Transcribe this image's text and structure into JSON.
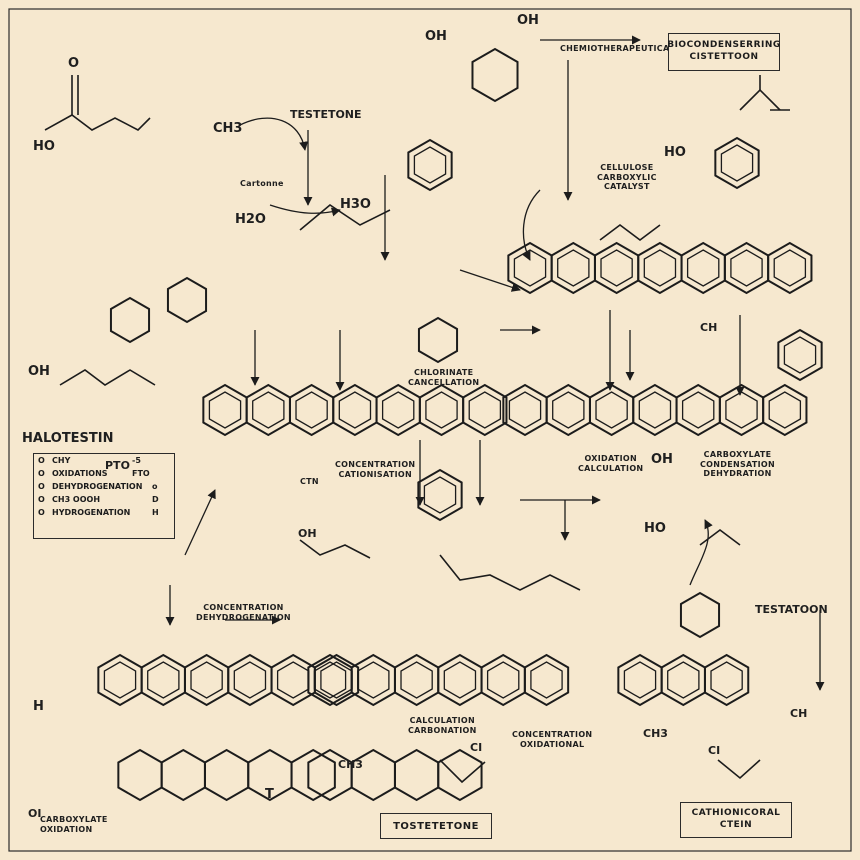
{
  "labels": {
    "title_left": "HALOTESTIN",
    "testotone_top": "TESTETONE",
    "testotone_right": "TESTATOON",
    "chem_top_center": "CHEMIOTHERAPEUTICAL",
    "box_top_right": [
      "BIOCONDENSERRING",
      "CISTETTOON"
    ],
    "box_bottom_center": "TOSTETETONE",
    "box_bottom_right": [
      "CATHIONICORAL",
      "CTEIN"
    ],
    "ho_top_left": "HO",
    "o_top_left": "O",
    "oh_top": "OH",
    "oh_top2": "OH",
    "ch3_left": "CH3",
    "cartone": "Cartonne",
    "h2o": "H2O",
    "h3o": "H3O",
    "ho_right_top": "HO",
    "oh_mid": "OH",
    "ch_mid": "CH",
    "ho_mid_right": "HO",
    "oh_lower_left": "OH",
    "h_lower_left": "H",
    "oh_lower_mid": "OH",
    "ch_lower_right": "CH",
    "ch3_lower": "CH3",
    "ci_lower_right": "CI",
    "ci_lower_center": "CI",
    "oi_lower_left": "OI",
    "ho_center": "HO",
    "ch3_bottom": "CH3",
    "ptoe": "PTO",
    "t_bottom": "T"
  },
  "legend": {
    "rows": [
      [
        "O",
        "CHY",
        "-5"
      ],
      [
        "O",
        "OXIDATIONS",
        "FTO"
      ],
      [
        "O",
        "DEHYDROGENATION",
        "o"
      ],
      [
        "O",
        "CH3 OOOH",
        "D"
      ],
      [
        "O",
        "HYDROGENATION",
        "H"
      ]
    ]
  },
  "annotations": {
    "small_center": [
      "CHLORINATE",
      "CANCELLATION"
    ],
    "small_right_top": [
      "CELLULOSE",
      "CARBOXYLIC",
      "CATALYST"
    ],
    "small_mid_right": [
      "CARBOXYLATE",
      "CONDENSATION",
      "DEHYDRATION"
    ],
    "small_center_low": [
      "OXIDATION",
      "CALCULATION"
    ],
    "small_bottom_left": [
      "CARBOXYLATE",
      "OXIDATION"
    ],
    "small_bottom_center": [
      "CALCULATION",
      "CARBONATION"
    ],
    "small_bottom_center2": [
      "CONCENTRATION",
      "OXIDATIONAL"
    ],
    "small_bottom_left2": [
      "CONCENTRATION",
      "DEHYDROGENATION"
    ],
    "small_bottom_mid": [
      "CONCENTRATION",
      "CATIONISATION"
    ],
    "small_ctn": "CTN"
  },
  "colors": {
    "paper": "#f6e8cf",
    "ink": "#1c1c1c"
  }
}
